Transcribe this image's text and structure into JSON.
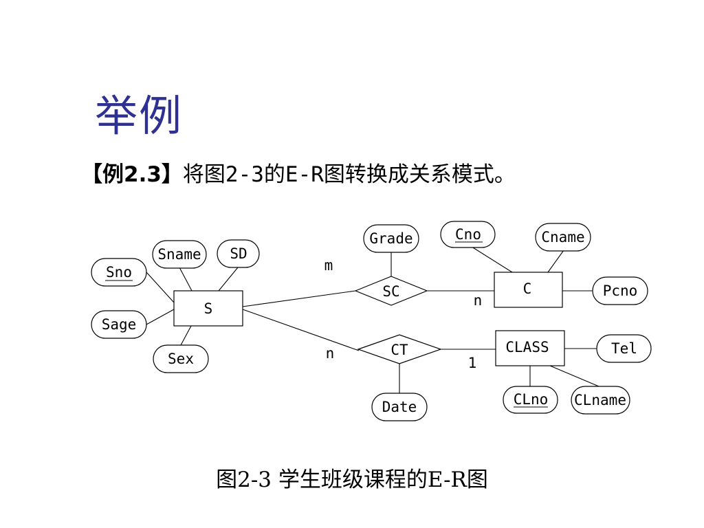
{
  "title": "举例",
  "subtitle": {
    "prefix": "【例2.3】",
    "text": "将图2-3的E-R图转换成关系模式。"
  },
  "diagram": {
    "entities": {
      "s": "S",
      "c": "C",
      "class": "CLASS"
    },
    "relationships": {
      "sc": "SC",
      "ct": "CT"
    },
    "attributes": {
      "sno": "Sno",
      "sname": "Sname",
      "sd": "SD",
      "sage": "Sage",
      "sex": "Sex",
      "grade": "Grade",
      "cno": "Cno",
      "cname": "Cname",
      "pcno": "Pcno",
      "date": "Date",
      "tel": "Tel",
      "clno": "CLno",
      "clname": "CLname"
    },
    "cardinalities": {
      "s_sc": "m",
      "sc_c": "n",
      "s_ct": "n",
      "ct_class": "1"
    }
  },
  "caption": "图2-3  学生班级课程的E-R图"
}
